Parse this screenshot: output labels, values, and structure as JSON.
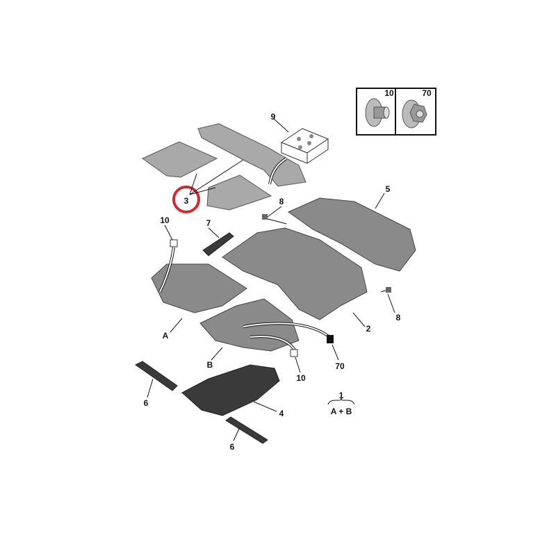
{
  "diagram": {
    "inset": {
      "labels": [
        "10",
        "70"
      ]
    },
    "callouts": {
      "c9": "9",
      "c3": "3",
      "c5": "5",
      "c8a": "8",
      "c10a": "10",
      "c7": "7",
      "c2": "2",
      "c8b": "8",
      "cA": "A",
      "cB": "B",
      "c70": "70",
      "c10b": "10",
      "c1": "1",
      "cAB": "A + B",
      "c6a": "6",
      "c4": "4",
      "c6b": "6"
    },
    "highlight_color": "#d9262b"
  }
}
